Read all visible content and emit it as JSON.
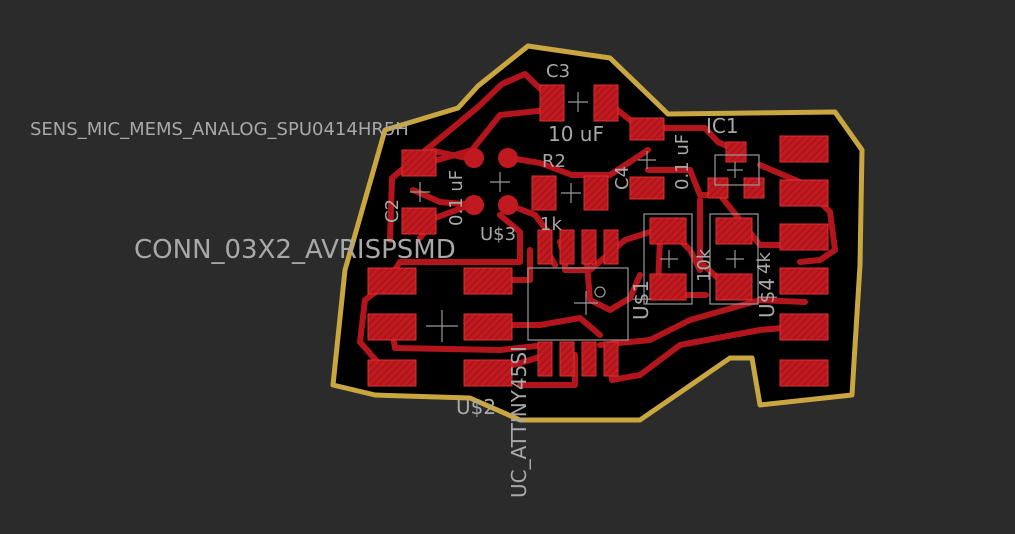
{
  "editor": {
    "view": "Board layout",
    "background_color": "#2b2b2b",
    "outline_color": "#c9a640",
    "copper_color": "#c0191f",
    "silkscreen_color": "#a8a8a8"
  },
  "labels": {
    "mic_part": "SENS_MIC_MEMS_ANALOG_SPU0414HR5H",
    "conn_part": "CONN_03X2_AVRISPSMD",
    "uc_part": "UC_ATTINY45SI",
    "c3": "C3",
    "c3_value": "10 uF",
    "ic1": "IC1",
    "r2": "R2",
    "r2_value": "1k",
    "c2": "C2",
    "c2_value": "0.1 uF",
    "c4_value": "0.1 uF",
    "c4": "C4",
    "u3": "U$3",
    "u2": "U$2",
    "u1": "U$1",
    "u4": "U$4",
    "r_10k": "10k",
    "r_4k": "4k"
  }
}
